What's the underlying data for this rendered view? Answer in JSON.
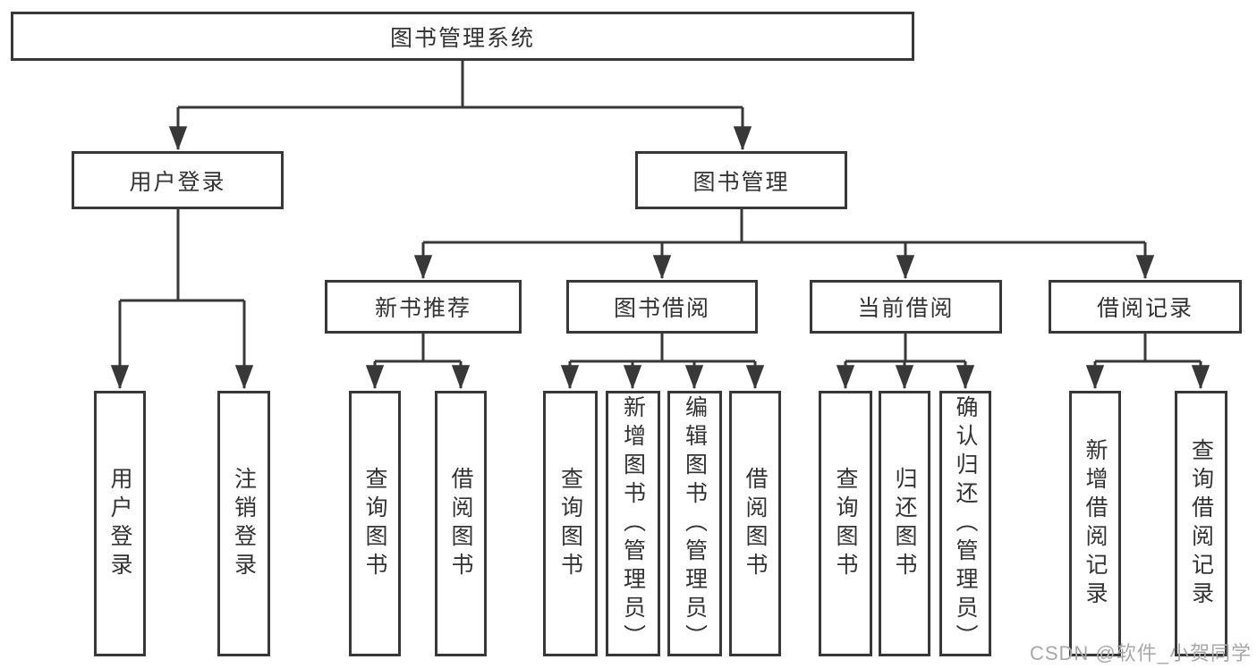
{
  "tree": {
    "label": "图书管理系统",
    "children": [
      {
        "label": "用户登录",
        "children": [
          {
            "label": "用户登录"
          },
          {
            "label": "注销登录"
          }
        ]
      },
      {
        "label": "图书管理",
        "children": [
          {
            "label": "新书推荐",
            "children": [
              {
                "label": "查询图书"
              },
              {
                "label": "借阅图书"
              }
            ]
          },
          {
            "label": "图书借阅",
            "children": [
              {
                "label": "查询图书"
              },
              {
                "label": "新增图书（管理员）"
              },
              {
                "label": "编辑图书（管理员）"
              },
              {
                "label": "借阅图书"
              }
            ]
          },
          {
            "label": "当前借阅",
            "children": [
              {
                "label": "查询图书"
              },
              {
                "label": "归还图书"
              },
              {
                "label": "确认归还（管理员）"
              }
            ]
          },
          {
            "label": "借阅记录",
            "children": [
              {
                "label": "新增借阅记录"
              },
              {
                "label": "查询借阅记录"
              }
            ]
          }
        ]
      }
    ]
  },
  "watermark": {
    "text": "CSDN @软件_小贺同学"
  },
  "colors": {
    "line": "#383838",
    "box_border": "#383838",
    "box_background": "#ffffff",
    "text": "#333333",
    "watermark": "#a8a8a8",
    "page_background": "#ffffff"
  }
}
